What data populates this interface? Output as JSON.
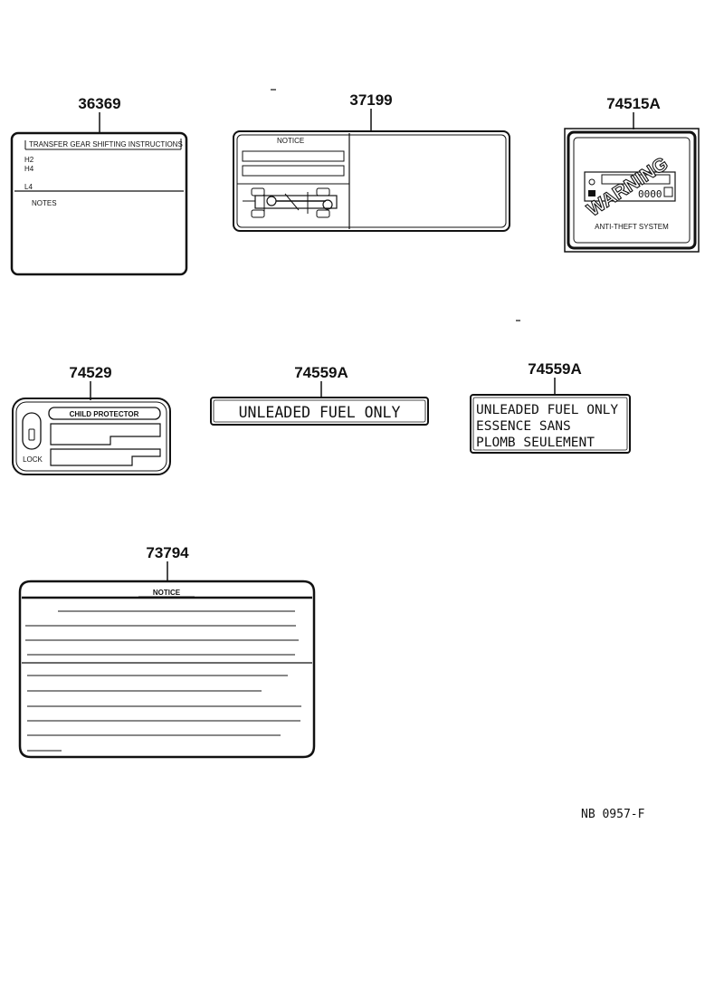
{
  "labels": [
    {
      "part_number": "36369",
      "title": "TRANSFER GEAR SHIFTING INSTRUCTIONS",
      "rows": [
        "H2",
        "H4",
        "L4"
      ],
      "notes_label": "NOTES"
    },
    {
      "part_number": "37199",
      "notice_label": "NOTICE"
    },
    {
      "part_number": "74515A",
      "warning_label": "WARNING",
      "system_label": "ANTI-THEFT SYSTEM",
      "indicator": "0000"
    },
    {
      "part_number": "74529",
      "title": "CHILD PROTECTOR",
      "lock_label": "LOCK"
    },
    {
      "part_number": "74559A",
      "text": "UNLEADED FUEL ONLY"
    },
    {
      "part_number": "74559A",
      "lines": [
        "UNLEADED FUEL ONLY",
        "ESSENCE  SANS",
        "PLOMB SEULEMENT"
      ]
    },
    {
      "part_number": "73794",
      "title": "NOTICE"
    }
  ],
  "drawing_code": "NB  0957-F"
}
